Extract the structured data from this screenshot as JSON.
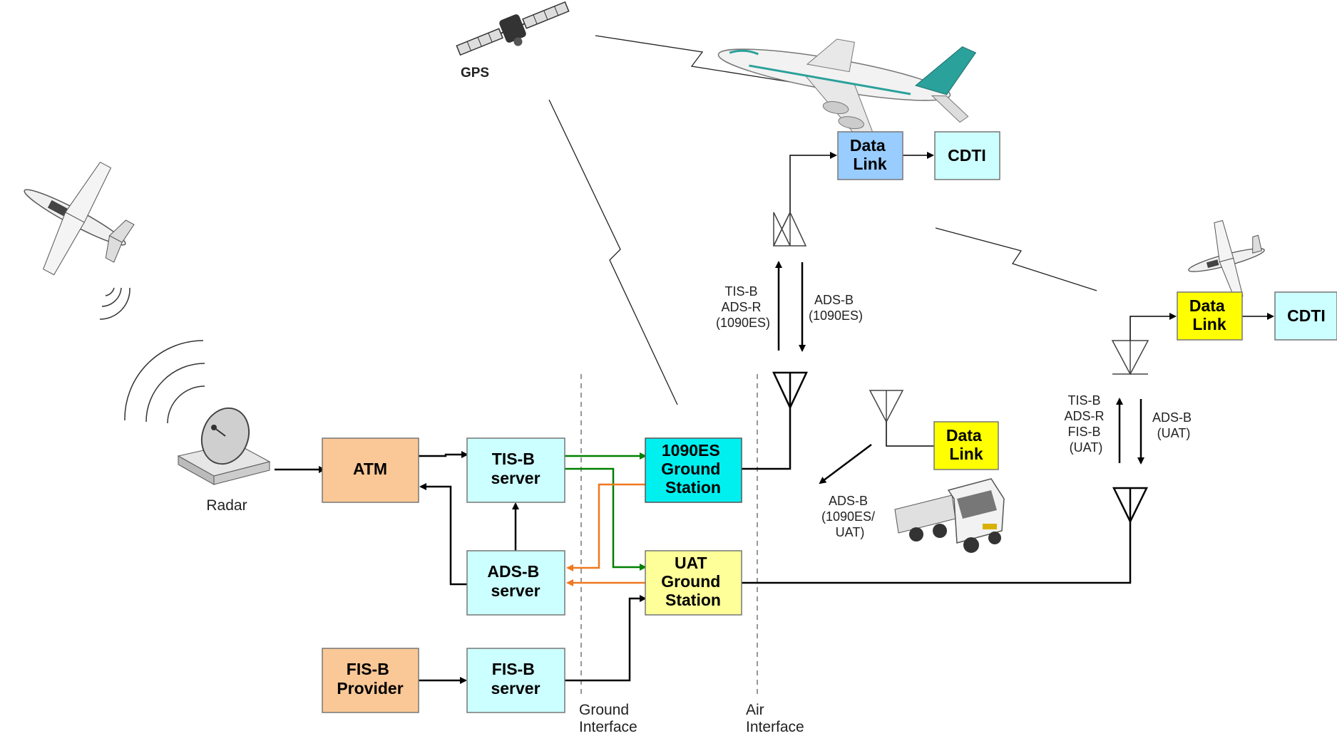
{
  "colors": {
    "orange_box": "#FAC896",
    "cyan_light_box": "#CCFFFF",
    "cyan_box": "#00F0F0",
    "yellow_box": "#FFFF00",
    "yellow_light_box": "#FFFF99",
    "blue_box": "#99CCFF",
    "green_arrow": "#008000",
    "orange_arrow": "#F07820",
    "line": "#000000"
  },
  "gps": {
    "label": "GPS"
  },
  "radar": {
    "label": "Radar"
  },
  "ground": {
    "atm": [
      "ATM"
    ],
    "tisb_server": [
      "TIS-B",
      "server"
    ],
    "adsb_server": [
      "ADS-B",
      "server"
    ],
    "fisb_provider": [
      "FIS-B",
      "Provider"
    ],
    "fisb_server": [
      "FIS-B",
      "server"
    ],
    "station_1090": [
      "1090ES",
      "Ground",
      "Station"
    ],
    "station_uat": [
      "UAT",
      "Ground",
      "Station"
    ]
  },
  "interfaces": {
    "ground": [
      "Ground",
      "Interface"
    ],
    "air": [
      "Air",
      "Interface"
    ]
  },
  "airliner": {
    "datalink": [
      "Data",
      "Link"
    ],
    "cdti": [
      "CDTI"
    ],
    "uplink_label": [
      "TIS-B",
      "ADS-R",
      "(1090ES)"
    ],
    "downlink_label": [
      "ADS-B",
      "(1090ES)"
    ]
  },
  "small_aircraft": {
    "datalink": [
      "Data",
      "Link"
    ],
    "cdti": [
      "CDTI"
    ],
    "uplink_label": [
      "TIS-B",
      "ADS-R",
      "FIS-B",
      "(UAT)"
    ],
    "downlink_label": [
      "ADS-B",
      "(UAT)"
    ]
  },
  "vehicle": {
    "datalink": [
      "Data",
      "Link"
    ],
    "label": [
      "ADS-B",
      "(1090ES/",
      "UAT)"
    ]
  }
}
